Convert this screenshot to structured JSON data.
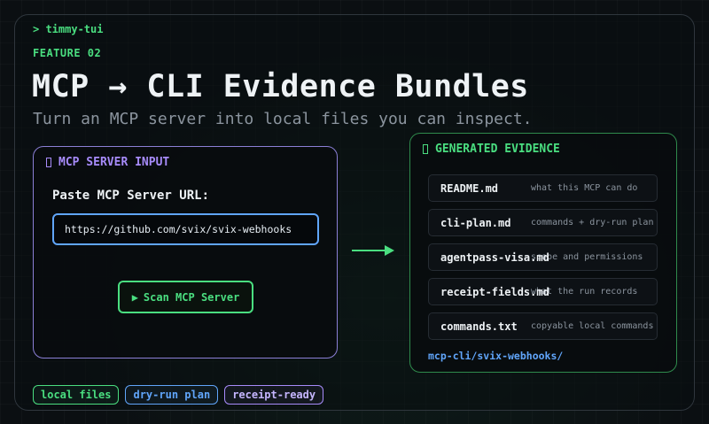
{
  "header": {
    "prompt": "> timmy-tui",
    "feature": "FEATURE 02",
    "title": "MCP → CLI Evidence Bundles",
    "subtitle": "Turn an MCP server into local files you can inspect."
  },
  "input_panel": {
    "heading": "MCP SERVER INPUT",
    "icon": "box-icon",
    "field_label": "Paste MCP Server URL:",
    "url_value": "https://github.com/svix/svix-webhooks",
    "scan_button": "Scan MCP Server",
    "scan_icon": "play-icon"
  },
  "output_panel": {
    "heading": "GENERATED EVIDENCE",
    "icon": "box-icon",
    "files": [
      {
        "name": "README.md",
        "desc": "what this MCP can do"
      },
      {
        "name": "cli-plan.md",
        "desc": "commands + dry-run plan"
      },
      {
        "name": "agentpass-visa.md",
        "desc": "scope and permissions"
      },
      {
        "name": "receipt-fields.md",
        "desc": "what the run records"
      },
      {
        "name": "commands.txt",
        "desc": "copyable local commands"
      }
    ],
    "output_path": "mcp-cli/svix-webhooks/"
  },
  "tags": [
    "local files",
    "dry-run plan",
    "receipt-ready"
  ],
  "colors": {
    "accent_green": "#4ade80",
    "accent_blue": "#60a5fa",
    "accent_purple": "#a78bfa",
    "background": "#0b0f12"
  }
}
